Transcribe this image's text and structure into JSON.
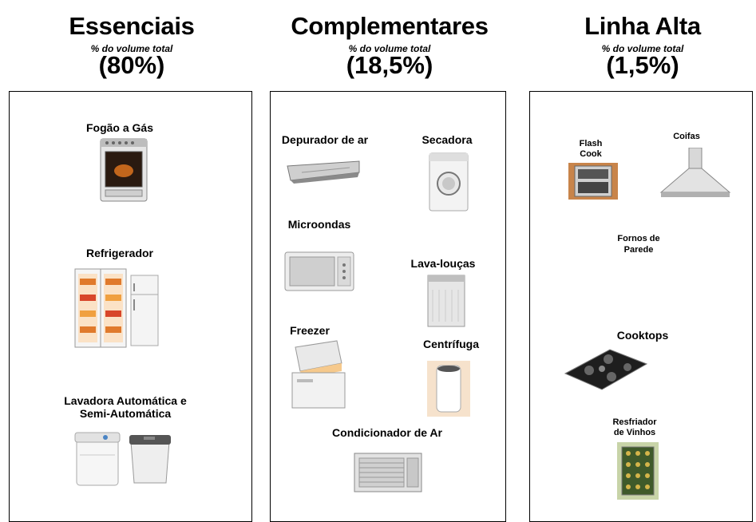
{
  "columns": [
    {
      "title": "Essenciais",
      "subtitle": "% do volume total",
      "percent": "(80%)",
      "items": [
        "Fogão a Gás",
        "Refrigerador",
        "Lavadora Automática e",
        "Semi-Automática"
      ]
    },
    {
      "title": "Complementares",
      "subtitle": "% do volume total",
      "percent": "(18,5%)",
      "items": [
        "Depurador de ar",
        "Secadora",
        "Microondas",
        "Lava-louças",
        "Freezer",
        "Centrífuga",
        "Condicionador de Ar"
      ]
    },
    {
      "title": "Linha Alta",
      "subtitle": "% do volume total",
      "percent": "(1,5%)",
      "items": [
        "Flash",
        "Cook",
        "Coifas",
        "Fornos de",
        "Parede",
        "Cooktops",
        "Resfriador",
        "de Vinhos"
      ]
    }
  ]
}
